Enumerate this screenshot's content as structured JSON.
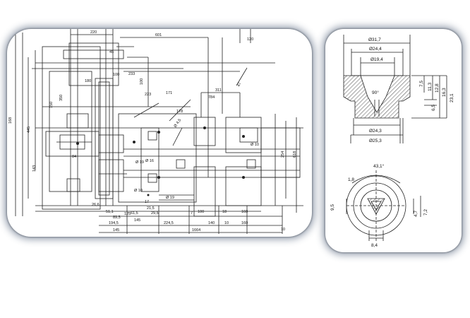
{
  "left_drawing": {
    "top_labels": [
      "220",
      "120",
      "601"
    ],
    "side_labels": [
      "168",
      "445",
      "150",
      "350",
      "143",
      "223"
    ],
    "mid_labels": [
      "311",
      "784",
      "47",
      "171",
      "178",
      "233",
      "180",
      "100",
      "Ø 10",
      "Ø 19",
      "Ø 4,5",
      "254",
      "618",
      "45",
      "100",
      "Ø 10",
      "Ø 16",
      "Ø 19",
      "84",
      "17",
      "21,5",
      "29,5",
      "51,1",
      "26,6",
      "61,5",
      "89,5"
    ],
    "bottom_labels": [
      "194,5",
      "145",
      "125",
      "145",
      "224,5",
      "100",
      "140",
      "160",
      "160",
      "1664",
      "10",
      "10",
      "18",
      "7"
    ]
  },
  "right_drawing": {
    "top_view": {
      "dims_top": [
        "Ø31,7",
        "Ø24,4",
        "Ø19,4"
      ],
      "angle": "90°",
      "dims_right": [
        "7,5",
        "11,3",
        "12,8",
        "16,3",
        "23,1"
      ],
      "small_right": "6,5",
      "dims_bottom": [
        "Ø24,3",
        "Ø25,3"
      ]
    },
    "bottom_view": {
      "angle": "43,1°",
      "left_dim": "1,8",
      "side_left": "9,5",
      "side_right": [
        "4,7",
        "7,2"
      ],
      "bottom_dim": "8,4"
    }
  }
}
